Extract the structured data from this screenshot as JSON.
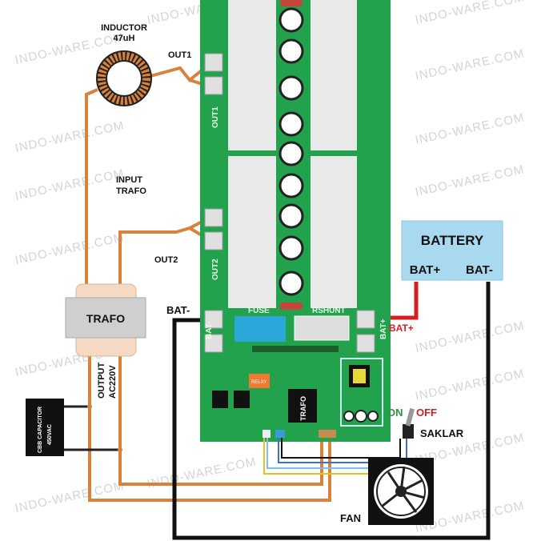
{
  "labels": {
    "inductor": "INDUCTOR",
    "inductor_value": "47uH",
    "out1": "OUT1",
    "out2": "OUT2",
    "input_trafo_1": "INPUT",
    "input_trafo_2": "TRAFO",
    "trafo": "TRAFO",
    "output_1": "OUTPUT",
    "output_2": "AC220V",
    "capacitor_1": "CBB CAPACITOR",
    "capacitor_2": "450VAC",
    "bat_minus": "BAT-",
    "bat_plus": "BAT+",
    "battery": "BATTERY",
    "battery_plus": "BAT+",
    "battery_minus": "BAT-",
    "on": "ON",
    "off": "OFF",
    "switch": "SAKLAR",
    "fan": "FAN"
  },
  "pcb": {
    "out1": "OUT1",
    "out2": "OUT2",
    "fuse": "FUSE",
    "rshunt": "RSHUNT",
    "bat_minus": "BAT-",
    "bat_plus": "BAT+",
    "relay": "RELAY",
    "trafo": "TRAFO"
  },
  "watermark": "INDO-WARE.COM",
  "colors": {
    "pcb": "#23a24d",
    "wire_ac": "#d9823b",
    "wire_battery_neg": "#111111",
    "wire_battery_pos": "#d62020",
    "battery": "#a9d9ef",
    "trafo_core": "#cfcfcf",
    "trafo_coil": "#f6d9c2"
  }
}
